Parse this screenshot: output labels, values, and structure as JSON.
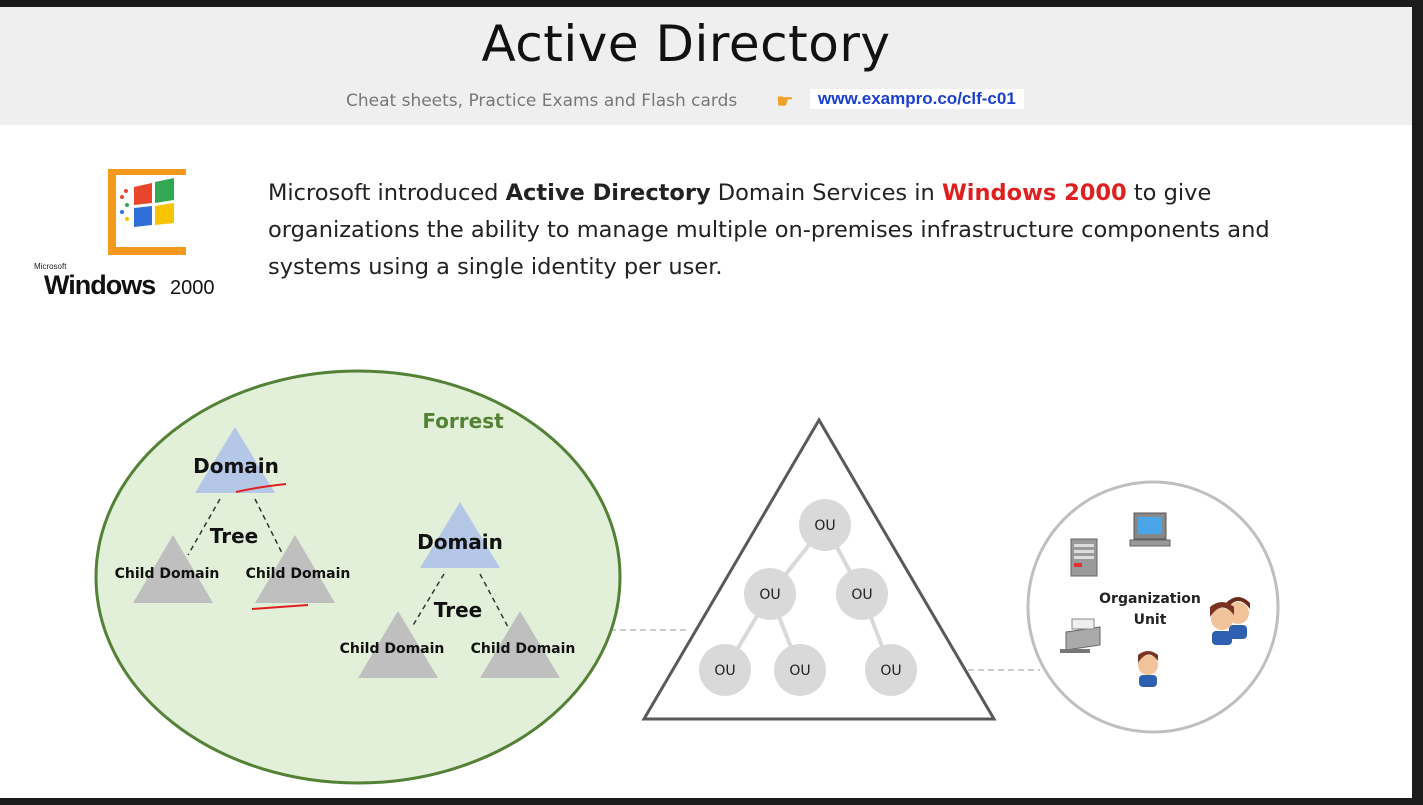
{
  "header": {
    "title": "Active Directory",
    "subtitle": "Cheat sheets, Practice Exams and Flash cards",
    "pointer_icon": "pointing-hand-icon",
    "url": "www.exampro.co/clf-c01"
  },
  "logo": {
    "name": "windows-2000-logo",
    "text_small": "Microsoft",
    "text_main": "Windows",
    "text_version": "2000"
  },
  "intro": {
    "part1": "Microsoft introduced ",
    "bold1": "Active Directory",
    "part2": " Domain Services in ",
    "red1": "Windows 2000",
    "part3": " to give organizations the ability to manage multiple on-premises infrastructure components and systems using a single identity per user."
  },
  "forest": {
    "label": "Forrest",
    "tree1": {
      "domain": "Domain",
      "tree": "Tree",
      "child_left": "Child Domain",
      "child_right": "Child Domain"
    },
    "tree2": {
      "domain": "Domain",
      "tree": "Tree",
      "child_left": "Child Domain",
      "child_right": "Child Domain"
    }
  },
  "ou_tree": {
    "nodes": [
      "OU",
      "OU",
      "OU",
      "OU",
      "OU",
      "OU"
    ]
  },
  "org_unit": {
    "label_line1": "Organization",
    "label_line2": "Unit",
    "icons": [
      "server-icon",
      "monitor-icon",
      "printer-icon",
      "users-icon",
      "user-icon"
    ]
  },
  "colors": {
    "forest_fill": "#e2efd9",
    "forest_stroke": "#538135",
    "forest_label": "#548235",
    "domain_triangle": "#b4c7e7",
    "child_triangle": "#bfbfbf",
    "ou_node": "#d9d9d9",
    "highlight": "#e02020",
    "url": "#1a3fd0"
  }
}
